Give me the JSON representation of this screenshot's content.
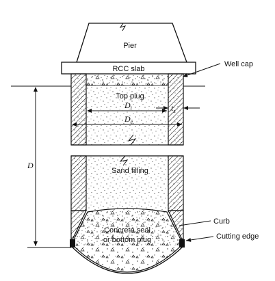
{
  "labels": {
    "pier": "Pier",
    "rcc_slab": "RCC slab",
    "well_cap": "Well cap",
    "top_plug": "Top plug",
    "di_main": "D",
    "di_sub": "i",
    "de_main": "D",
    "de_sub": "e",
    "ts_main": "t",
    "ts_sub": "s",
    "depth": "D",
    "sand_filling": "Sand filling",
    "seal_line1": "Concrete seal",
    "seal_line2": "or bottom plug",
    "curb": "Curb",
    "cutting_edge": "Cutting edge"
  },
  "colors": {
    "ink": "#111111",
    "background": "#ffffff"
  }
}
